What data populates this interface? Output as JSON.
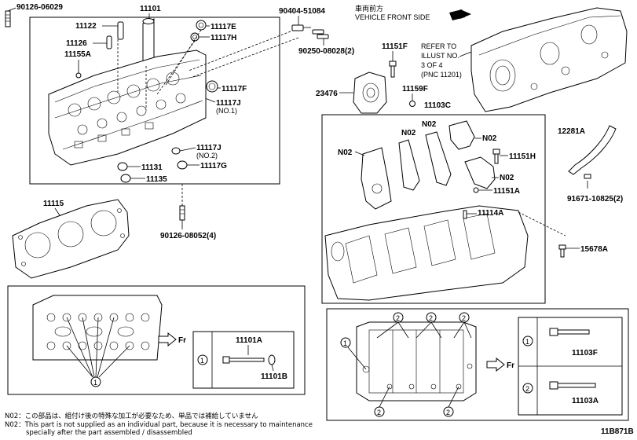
{
  "labels": {
    "p90126_06029": "90126-06029",
    "p11101": "11101",
    "p11122": "11122",
    "p11126": "11126",
    "p11155A": "11155A",
    "p11117E": "11117E",
    "p11117H": "11117H",
    "p11117F": "11117F",
    "p11117J_1": "11117J",
    "no1": "(NO.1)",
    "p11117J_2": "11117J",
    "no2": "(NO.2)",
    "p11131": "11131",
    "p11117G": "11117G",
    "p11135": "11135",
    "p90404_51084": "90404-51084",
    "p90250_08028": "90250-08028(2)",
    "vehicle_front_jp": "車両前方",
    "vehicle_front_en": "VEHICLE FRONT SIDE",
    "p11151F": "11151F",
    "refer1": "REFER TO",
    "refer2": "ILLUST NO.",
    "refer3": "3 OF 4",
    "refer4": "(PNC 11201)",
    "p23476": "23476",
    "p11159F": "11159F",
    "p11103C": "11103C",
    "n02_a": "N02",
    "n02_b": "N02",
    "n02_c": "N02",
    "n02_d": "N02",
    "n02_e": "N02",
    "p11151H": "11151H",
    "p11151A": "11151A",
    "p12281A": "12281A",
    "p91671": "91671-10825(2)",
    "p11114A": "11114A",
    "p15678A": "15678A",
    "p11115": "11115",
    "p90126_08052": "90126-08052(4)",
    "fr1": "Fr",
    "fr2": "Fr",
    "p11101A": "11101A",
    "p11101B": "11101B",
    "p11103F": "11103F",
    "p11103A": "11103A",
    "c1": "1",
    "c2": "2",
    "n02_note_jp": "N02：この部品は、組付け後の特殊な加工が必要なため、単品では補給していません",
    "n02_note_en1": "N02：This part is not supplied as an individual part, because it is necessary to maintenance",
    "n02_note_en2": "specially after the part assembled / disassembled",
    "illust_code": "11B871B"
  }
}
